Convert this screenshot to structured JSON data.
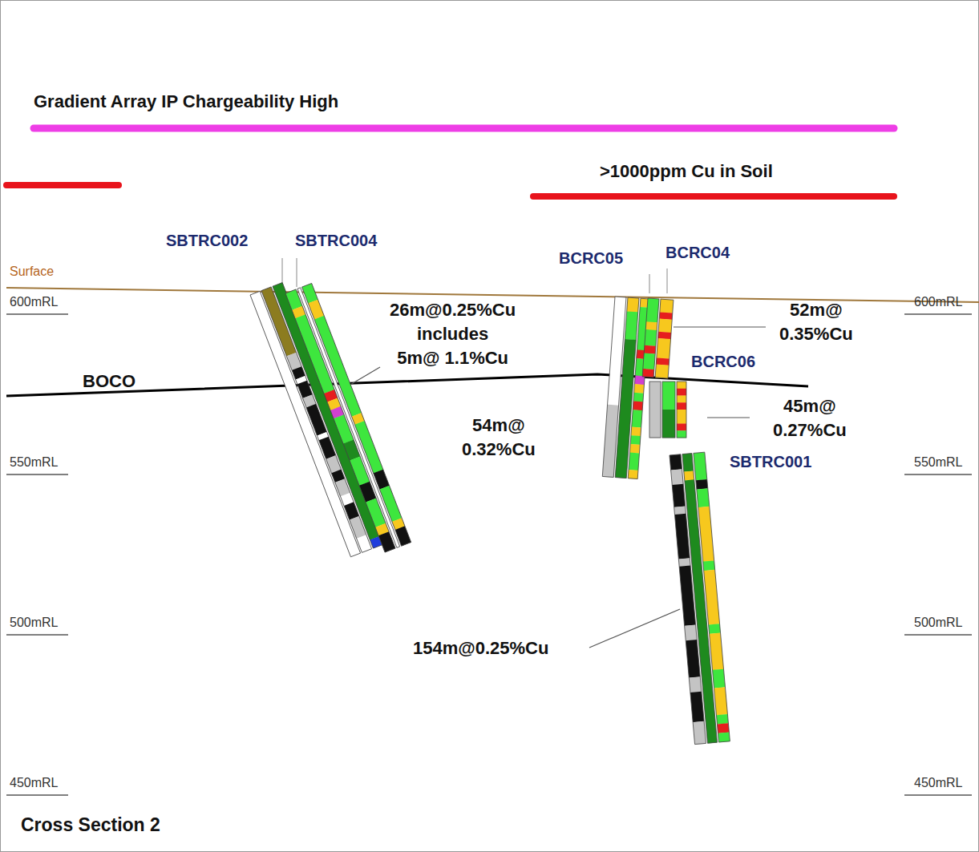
{
  "diagram": {
    "title": "Cross Section 2",
    "labels": [
      "Gradient Array IP Chargeability High",
      ">1000ppm Cu in Soil",
      "SBTRC002",
      "SBTRC004",
      "Surface",
      "BCRC05",
      "BCRC04",
      "600mRL",
      "600mRL",
      "26m@0.25%Cu includes 5m@ 1.1%Cu",
      "52m@ 0.35%Cu",
      "BOCO",
      "BCRC06",
      "45m@ 0.27%Cu",
      "54m@ 0.32%Cu",
      "550mRL",
      "550mRL",
      "SBTRC001",
      "500mRL",
      "500mRL",
      "154m@0.25%Cu",
      "450mRL",
      "450mRL"
    ]
  }
}
